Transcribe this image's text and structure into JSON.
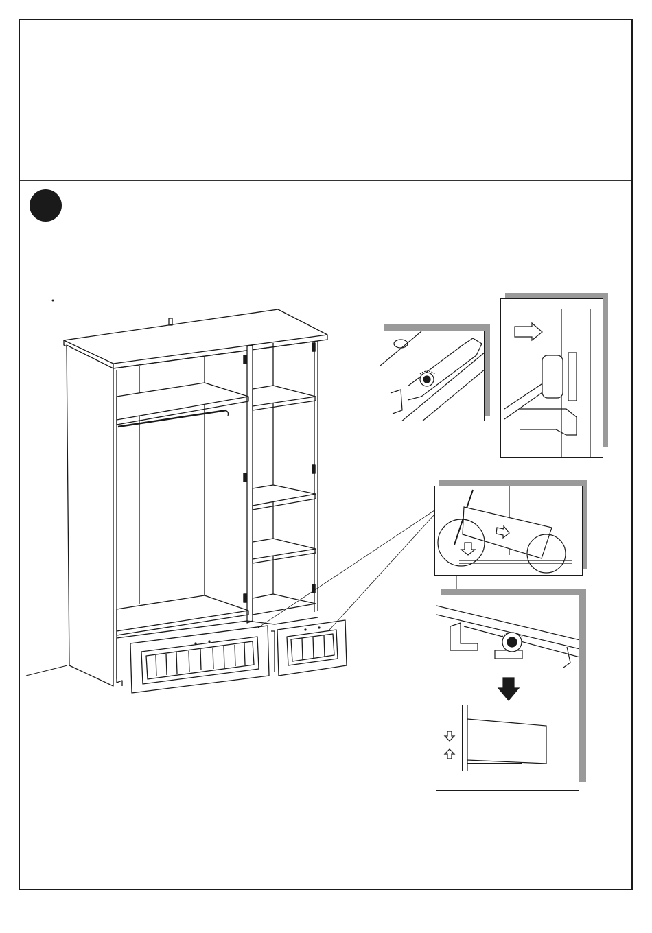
{
  "document": {
    "header_area": "",
    "step": {
      "marker": "filled-circle-step-marker"
    },
    "illustrations": {
      "wardrobe": "wardrobe-with-drawers-drawing",
      "detail_1": "drawer-runner-screw-detail",
      "detail_2": "runner-clip-push-detail",
      "detail_3": "drawer-tilt-insert-detail",
      "detail_4": "runner-lock-detail",
      "detail_5": "drawer-side-view-detail"
    },
    "colors": {
      "ink": "#1a1a1a",
      "shadow": "#9a9a9a",
      "paper": "#ffffff"
    }
  }
}
